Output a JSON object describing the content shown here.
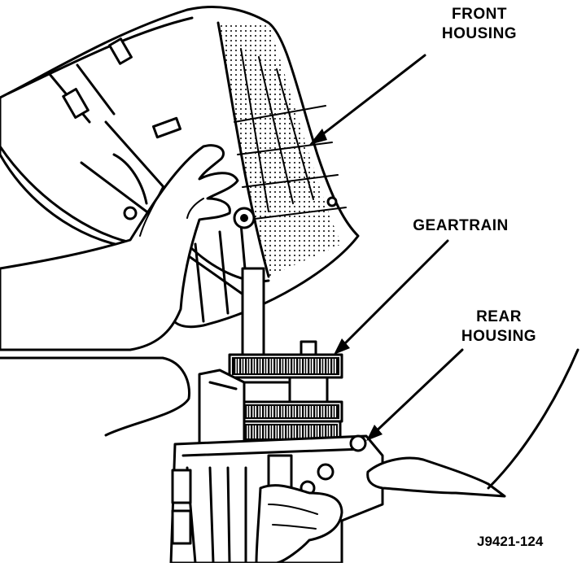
{
  "labels": {
    "front_housing": [
      "FRONT",
      "HOUSING"
    ],
    "geartrain": "GEARTRAIN",
    "rear_housing": [
      "REAR",
      "HOUSING"
    ]
  },
  "figure_code": "J9421-124",
  "colors": {
    "ink": "#000000",
    "paper": "#ffffff"
  }
}
